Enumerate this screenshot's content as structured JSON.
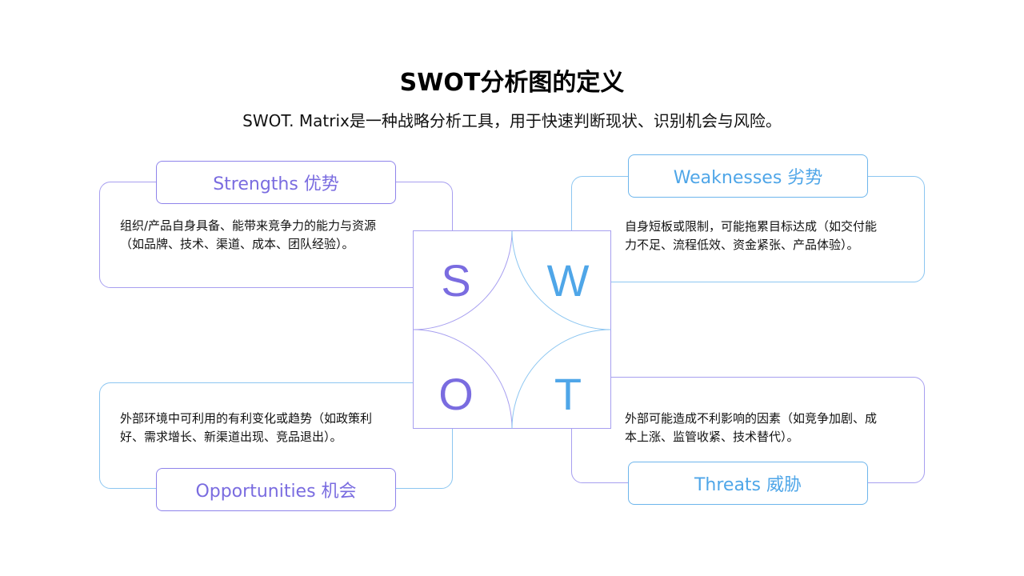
{
  "title": "SWOT分析图的定义",
  "subtitle": "SWOT. Matrix是一种战略分析工具，用于快速判断现状、识别机会与风险。",
  "colors": {
    "purple": "#7a6ce0",
    "blue": "#4fa6e8",
    "purple_border": "#a79ff0",
    "blue_border": "#8cc6f1"
  },
  "matrix": {
    "s": "S",
    "w": "W",
    "o": "O",
    "t": "T"
  },
  "strengths": {
    "label": "Strengths 优势",
    "desc_line1": "组织/产品自身具备、能带来竞争力的能力与资源",
    "desc_line2": "（如品牌、技术、渠道、成本、团队经验）。"
  },
  "weaknesses": {
    "label": "Weaknesses 劣势",
    "desc_line1": "自身短板或限制，可能拖累目标达成（如交付能",
    "desc_line2": "力不足、流程低效、资金紧张、产品体验）。"
  },
  "opportunities": {
    "label": "Opportunities 机会",
    "desc_line1": "外部环境中可利用的有利变化或趋势（如政策利",
    "desc_line2": "好、需求增长、新渠道出现、竞品退出）。"
  },
  "threats": {
    "label": "Threats 威胁",
    "desc_line1": "外部可能造成不利影响的因素（如竞争加剧、成",
    "desc_line2": "本上涨、监管收紧、技术替代）。"
  }
}
